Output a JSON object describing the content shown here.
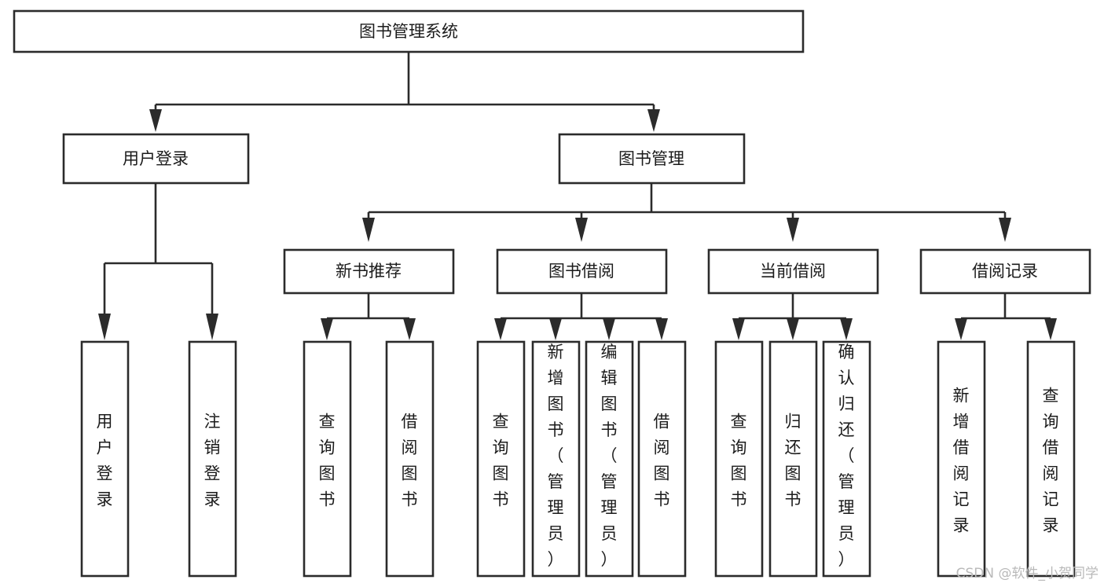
{
  "diagram": {
    "title": "图书管理系统",
    "type": "tree-hierarchy-chart",
    "root": {
      "label": "图书管理系统",
      "orientation": "horizontal"
    },
    "level2": [
      {
        "label": "用户登录",
        "orientation": "horizontal"
      },
      {
        "label": "图书管理",
        "orientation": "horizontal"
      }
    ],
    "level3": [
      {
        "label": "新书推荐",
        "orientation": "horizontal"
      },
      {
        "label": "图书借阅",
        "orientation": "horizontal"
      },
      {
        "label": "当前借阅",
        "orientation": "horizontal"
      },
      {
        "label": "借阅记录",
        "orientation": "horizontal"
      }
    ],
    "leaves": {
      "user_login": [
        {
          "label": "用户登录",
          "orientation": "vertical"
        },
        {
          "label": "注销登录",
          "orientation": "vertical"
        }
      ],
      "new_book_recommend": [
        {
          "label": "查询图书",
          "orientation": "vertical"
        },
        {
          "label": "借阅图书",
          "orientation": "vertical"
        }
      ],
      "book_borrow": [
        {
          "label": "查询图书",
          "orientation": "vertical"
        },
        {
          "label": "新增图书（管理员）",
          "orientation": "vertical"
        },
        {
          "label": "编辑图书（管理员）",
          "orientation": "vertical"
        },
        {
          "label": "借阅图书",
          "orientation": "vertical"
        }
      ],
      "current_borrow": [
        {
          "label": "查询图书",
          "orientation": "vertical"
        },
        {
          "label": "归还图书",
          "orientation": "vertical"
        },
        {
          "label": "确认归还（管理员）",
          "orientation": "vertical"
        }
      ],
      "borrow_record": [
        {
          "label": "新增借阅记录",
          "orientation": "vertical"
        },
        {
          "label": "查询借阅记录",
          "orientation": "vertical"
        }
      ]
    },
    "colors": {
      "box_stroke": "#2b2b2b",
      "box_fill": "#ffffff",
      "text": "#1b1b1b",
      "connector": "#2b2b2b",
      "watermark": "#b9b9b9",
      "background": "#ffffff"
    },
    "watermark": "CSDN @软件_小贺同学"
  }
}
